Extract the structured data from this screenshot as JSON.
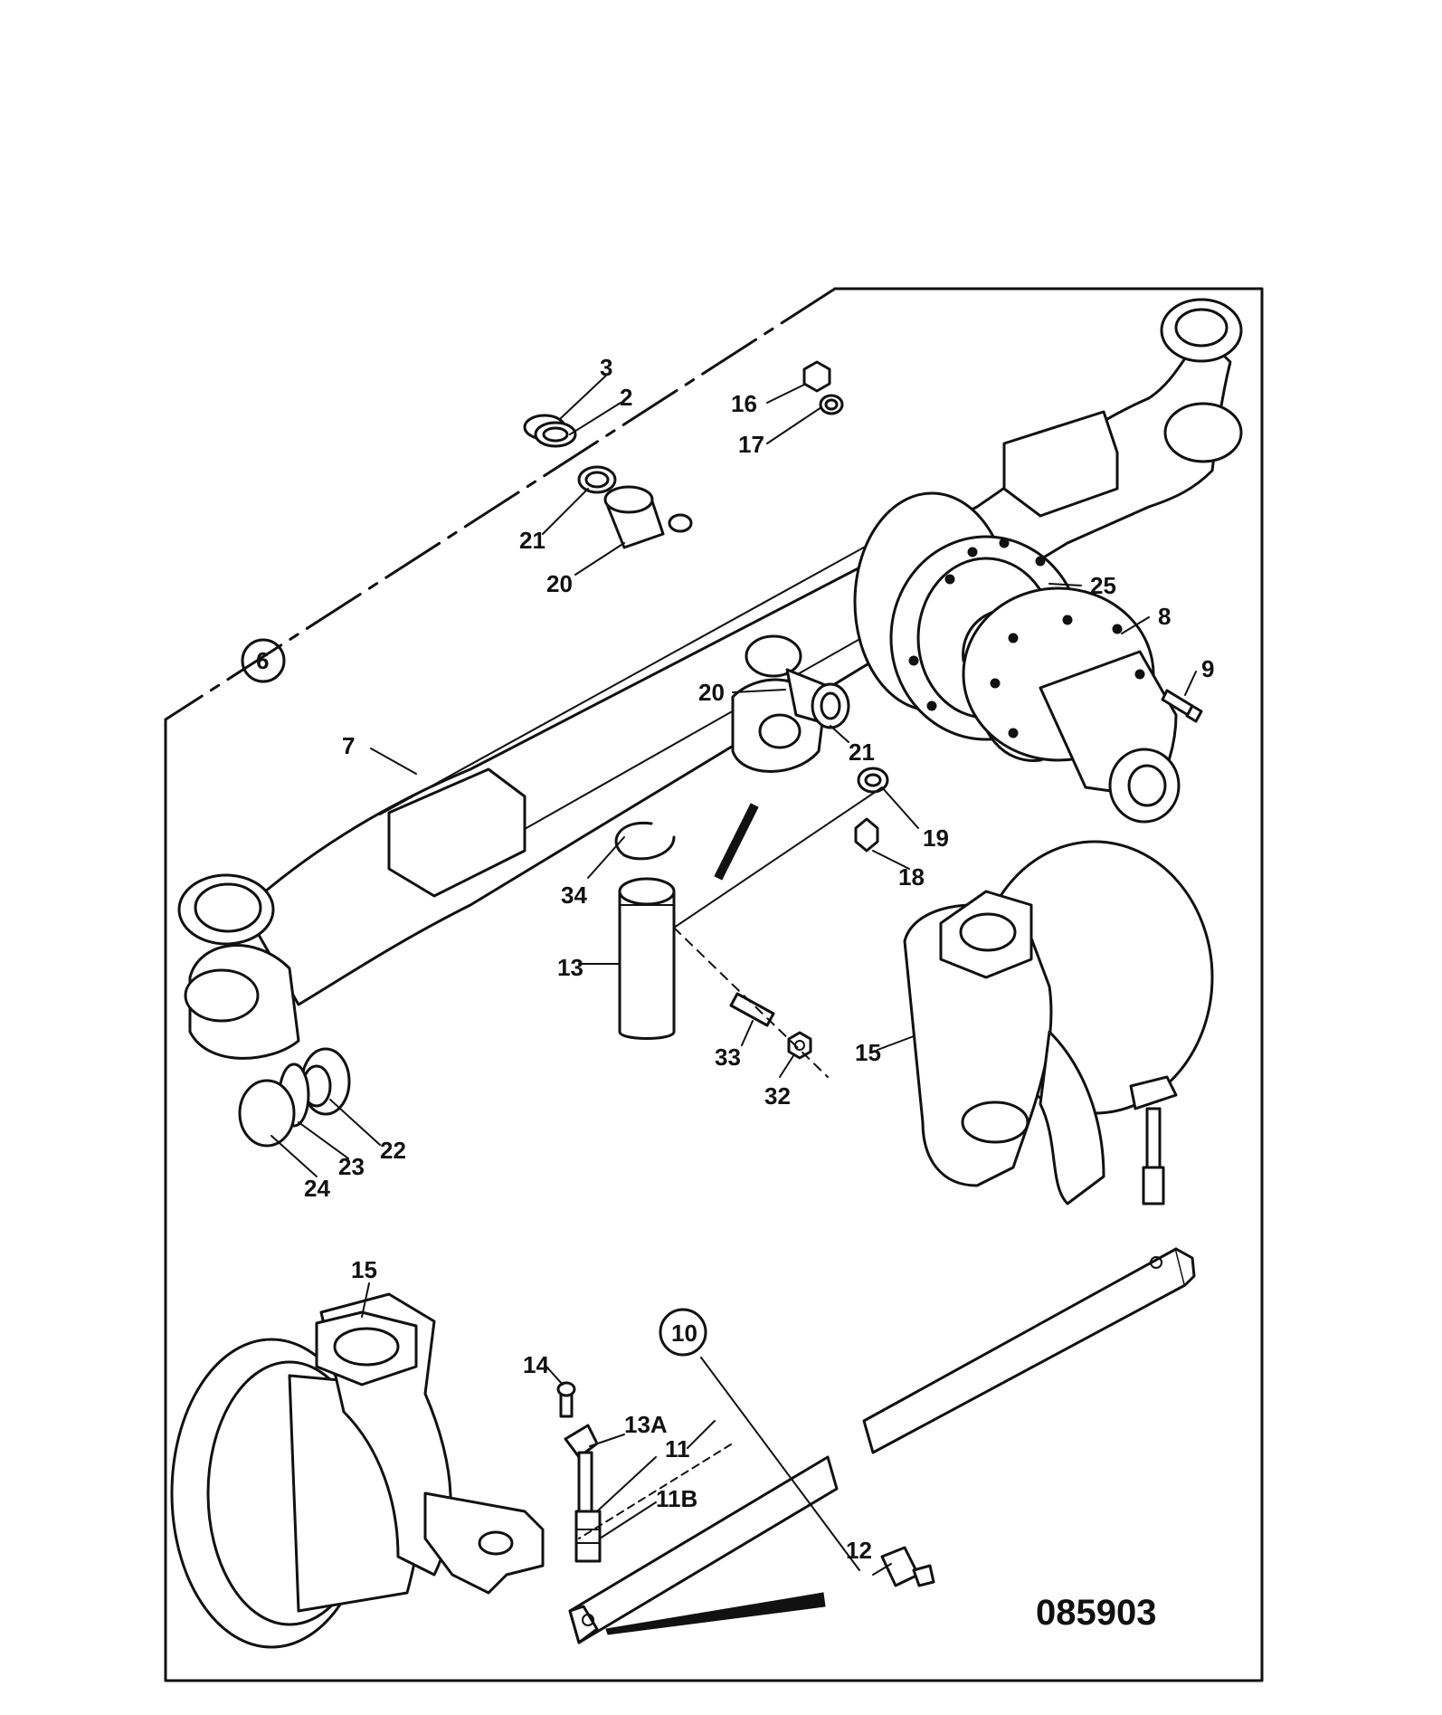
{
  "drawing_number": "085903",
  "callouts": {
    "c2": "2",
    "c3": "3",
    "c6": "6",
    "c7": "7",
    "c8": "8",
    "c9": "9",
    "c10": "10",
    "c11a": "11",
    "c11b": "11",
    "c11B": "11B",
    "c12": "12",
    "c13": "13",
    "c13A": "13A",
    "c14": "14",
    "c15a": "15",
    "c15b": "15",
    "c16": "16",
    "c17": "17",
    "c18": "18",
    "c19": "19",
    "c20a": "20",
    "c20b": "20",
    "c21a": "21",
    "c21b": "21",
    "c22": "22",
    "c23": "23",
    "c24": "24",
    "c25": "25",
    "c32": "32",
    "c33": "33",
    "c34": "34"
  }
}
